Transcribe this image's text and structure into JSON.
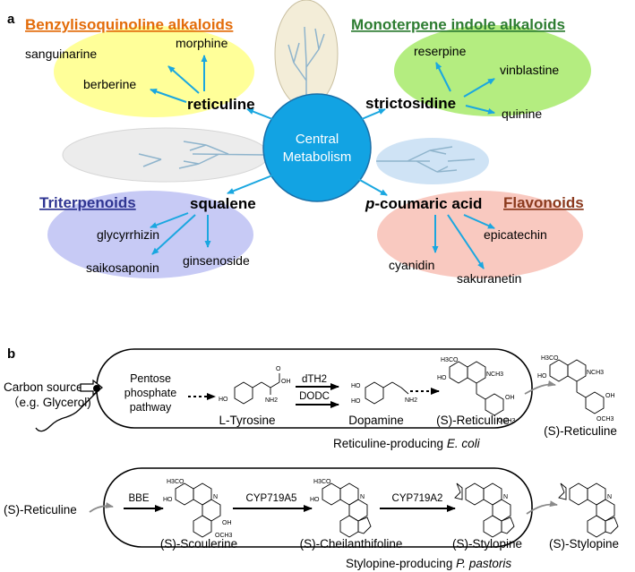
{
  "panel_a": {
    "label": "a",
    "center": {
      "line1": "Central",
      "line2": "Metabolism"
    },
    "groups": {
      "benzylisoquinoline": {
        "category": "Benzylisoquinoline alkaloids",
        "hub": "reticuline",
        "products": [
          "sanguinarine",
          "morphine",
          "berberine"
        ],
        "color": "#e36c0a",
        "fill": "#ffff99"
      },
      "monoterpene": {
        "category": "Monoterpene indole alkaloids",
        "hub": "strictosidine",
        "products": [
          "reserpine",
          "vinblastine",
          "quinine"
        ],
        "color": "#2e7d32",
        "fill": "#b4ed80"
      },
      "triterpenoids": {
        "category": "Triterpenoids",
        "hub": "squalene",
        "products": [
          "glycyrrhizin",
          "saikosaponin",
          "ginsenoside"
        ],
        "color": "#2f3592",
        "fill": "#c7caf5"
      },
      "flavonoids": {
        "category": "Flavonoids",
        "hub_italic": "p",
        "hub_rest": "-coumaric acid",
        "products": [
          "epicatechin",
          "cyanidin",
          "sakuranetin"
        ],
        "color": "#8b3a1e",
        "fill": "#f9c9c0"
      }
    },
    "colors": {
      "arrow": "#1aa7e0",
      "center_fill": "#12a3e3",
      "tree": "#8fb4cc"
    }
  },
  "panel_b": {
    "label": "b",
    "carbon_source": {
      "line1": "Carbon source",
      "line2": "（e.g. Glycerol)"
    },
    "ecoli": {
      "pentose": [
        "Pentose",
        "phosphate",
        "pathway"
      ],
      "tyrosine": "L-Tyrosine",
      "enzyme1": "dTH2",
      "enzyme2": "DODC",
      "dopamine": "Dopamine",
      "reticuline_inner": "(S)-Reticuline",
      "reticuline_out": "(S)-Reticuline",
      "caption_pre": "Reticuline-producing ",
      "caption_org": "E. coli"
    },
    "pastoris": {
      "reticuline_in": "(S)-Reticuline",
      "enzyme1": "BBE",
      "scoulerine": "(S)-Scoulerine",
      "enzyme2": "CYP719A5",
      "cheilanthifoline": "(S)-Cheilanthifoline",
      "enzyme3": "CYP719A2",
      "stylopine_inner": "(S)-Stylopine",
      "stylopine_out": "(S)-Stylopine",
      "caption_pre": "Stylopine-producing ",
      "caption_org": "P. pastoris"
    },
    "chem": {
      "oh": "OH",
      "ho": "HO",
      "nh2": "NH2",
      "o": "O",
      "h3co": "H3CO",
      "nch3": "NCH3",
      "n": "N",
      "h": "H",
      "och3": "OCH3"
    }
  }
}
